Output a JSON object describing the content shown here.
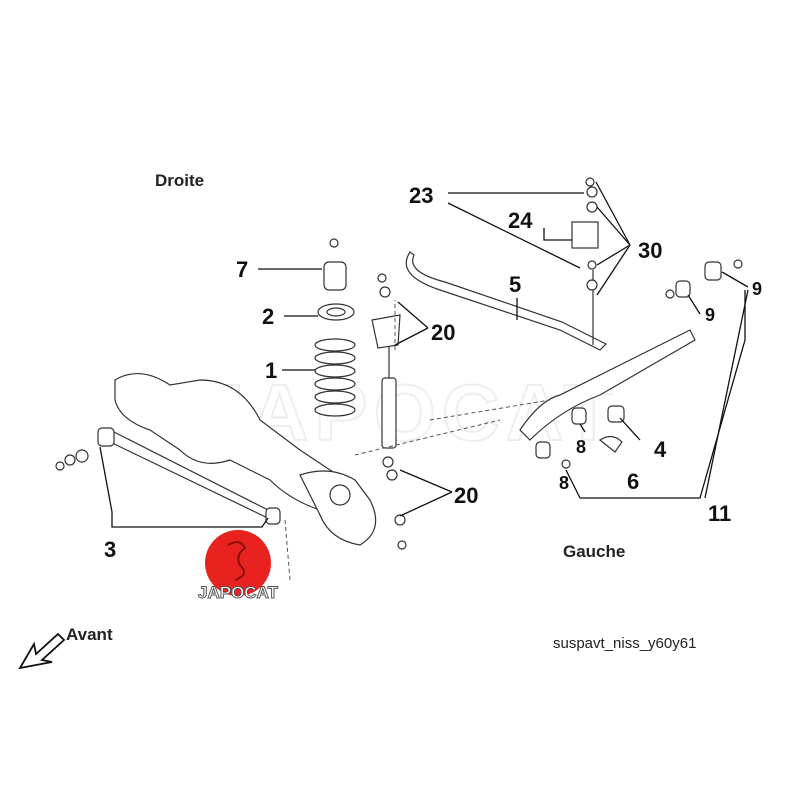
{
  "labels": {
    "droite": "Droite",
    "gauche": "Gauche",
    "avant": "Avant",
    "caption": "suspavt_niss_y60y61"
  },
  "callouts": [
    "7",
    "2",
    "1",
    "20",
    "23",
    "24",
    "30",
    "5",
    "9",
    "9",
    "4",
    "6",
    "8",
    "8",
    "20",
    "11",
    "3"
  ],
  "logo": {
    "text": "JAPOCAT",
    "color": "#e8221f"
  },
  "watermark": "JAPOCAT"
}
